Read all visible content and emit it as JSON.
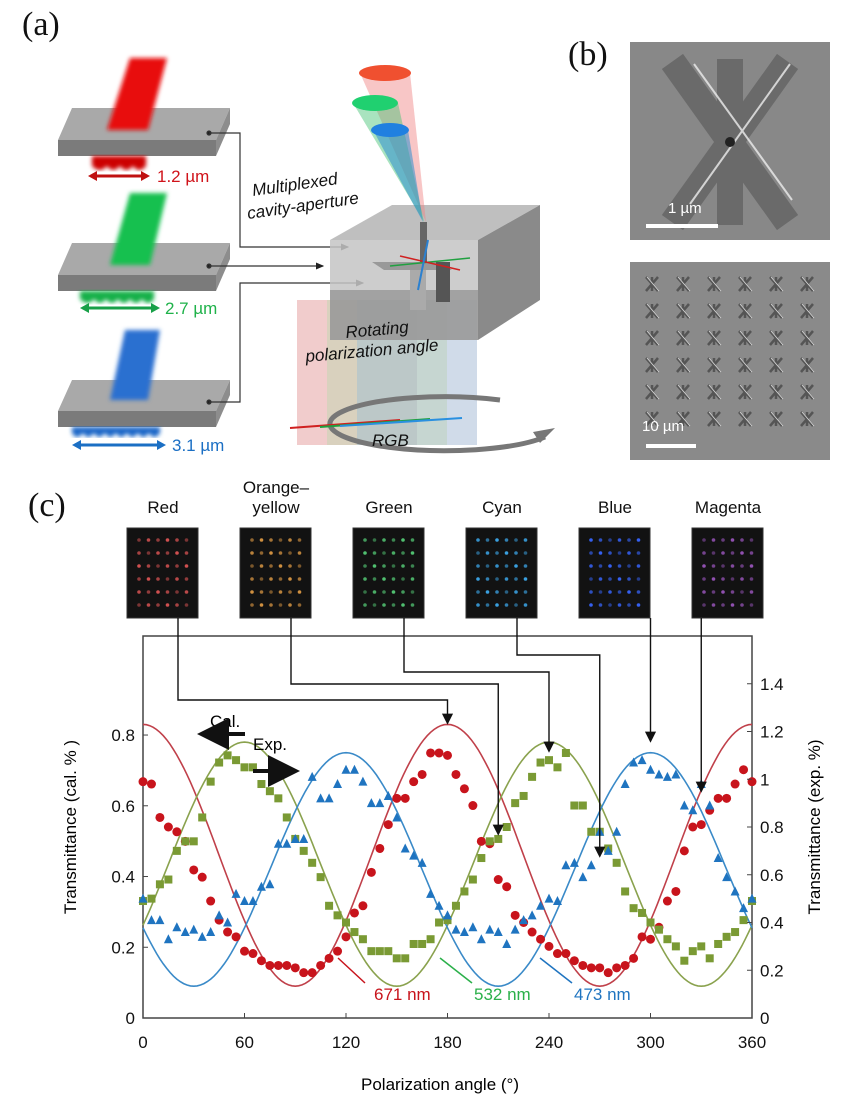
{
  "panel_labels": {
    "a": "(a)",
    "b": "(b)",
    "c": "(c)"
  },
  "panel_a": {
    "periods": [
      {
        "label": "1.2 µm",
        "color": "#d0131a"
      },
      {
        "label": "2.7 µm",
        "color": "#1fb24a"
      },
      {
        "label": "3.1 µm",
        "color": "#1b6fc4"
      }
    ],
    "cavity_label": [
      "Multiplexed",
      "cavity-aperture"
    ],
    "rotation_label": [
      "Rotating",
      "polarization angle"
    ],
    "rgb_label": "RGB"
  },
  "panel_b": {
    "scale_bars": [
      "1 µm",
      "10 µm"
    ]
  },
  "panel_c": {
    "color_swatches": [
      {
        "label": "Red",
        "dot": "#d05050",
        "arrow_to_deg": 180
      },
      {
        "label": "Orange–\nyellow",
        "label_line1": "Orange–",
        "label_line2": "yellow",
        "dot": "#d09040",
        "arrow_to_deg": 210
      },
      {
        "label": "Green",
        "dot": "#50c070",
        "arrow_to_deg": 240
      },
      {
        "label": "Cyan",
        "dot": "#3aa0e0",
        "arrow_to_deg": 270
      },
      {
        "label": "Blue",
        "dot": "#3560f0",
        "arrow_to_deg": 300
      },
      {
        "label": "Magenta",
        "dot": "#9050b0",
        "arrow_to_deg": 330
      }
    ],
    "legend_arrows": {
      "cal": "Cal.",
      "exp": "Exp."
    }
  },
  "chart_data": {
    "type": "line",
    "title": "",
    "xlabel": "Polarization angle (°)",
    "ylabel_left": "Transmittance (cal. % )",
    "ylabel_right": "Transmittance (exp. %)",
    "xlim": [
      0,
      360
    ],
    "ylim_left": [
      0,
      1.08
    ],
    "ylim_right": [
      0,
      1.6
    ],
    "x_ticks": [
      "0",
      "60",
      "120",
      "180",
      "240",
      "300",
      "360"
    ],
    "y_ticks_left": [
      "0",
      "0.2",
      "0.4",
      "0.6",
      "0.8"
    ],
    "y_ticks_right": [
      "0",
      "0.2",
      "0.4",
      "0.6",
      "0.8",
      "1",
      "1.2",
      "1.4"
    ],
    "grid": false,
    "exp_x_step_deg": 5,
    "series": [
      {
        "name": "671 nm",
        "color": "#c8141c",
        "curve_color": "#c0404a",
        "marker": "circle",
        "calculated": {
          "axis": "left",
          "offset": 0.46,
          "amplitude": 0.37,
          "peak_deg": 0,
          "period_deg": 180
        },
        "experimental": [
          0.99,
          0.98,
          0.84,
          0.8,
          0.78,
          0.74,
          0.62,
          0.59,
          0.49,
          0.41,
          0.36,
          0.34,
          0.28,
          0.27,
          0.24,
          0.22,
          0.22,
          0.22,
          0.21,
          0.19,
          0.19,
          0.22,
          0.25,
          0.28,
          0.34,
          0.44,
          0.47,
          0.61,
          0.71,
          0.81,
          0.92,
          0.92,
          0.99,
          1.02,
          1.11,
          1.11,
          1.1,
          1.02,
          0.96,
          0.89,
          0.74,
          0.73,
          0.58,
          0.55,
          0.43,
          0.4,
          0.36,
          0.33,
          0.3,
          0.27,
          0.27,
          0.24,
          0.22,
          0.21,
          0.21,
          0.19,
          0.21,
          0.22,
          0.25,
          0.34,
          0.33,
          0.38,
          0.49,
          0.53,
          0.7,
          0.8,
          0.81,
          0.87,
          0.92,
          0.92,
          0.98,
          1.04,
          0.99
        ]
      },
      {
        "name": "532 nm",
        "color": "#7a9a34",
        "label_color": "#2bb04a",
        "curve_color": "#8aa24e",
        "marker": "square",
        "calculated": {
          "axis": "left",
          "offset": 0.435,
          "amplitude": 0.345,
          "peak_deg": 60,
          "period_deg": 180
        },
        "experimental": [
          0.49,
          0.5,
          0.56,
          0.58,
          0.7,
          0.74,
          0.74,
          0.84,
          0.99,
          1.07,
          1.1,
          1.08,
          1.05,
          1.05,
          0.98,
          0.95,
          0.92,
          0.84,
          0.75,
          0.7,
          0.65,
          0.59,
          0.47,
          0.43,
          0.4,
          0.36,
          0.33,
          0.28,
          0.28,
          0.28,
          0.25,
          0.25,
          0.31,
          0.31,
          0.33,
          0.4,
          0.41,
          0.47,
          0.53,
          0.58,
          0.67,
          0.74,
          0.75,
          0.8,
          0.9,
          0.93,
          1.01,
          1.07,
          1.08,
          1.05,
          1.11,
          0.89,
          0.89,
          0.78,
          0.78,
          0.71,
          0.65,
          0.53,
          0.46,
          0.44,
          0.4,
          0.37,
          0.33,
          0.3,
          0.24,
          0.28,
          0.3,
          0.25,
          0.31,
          0.34,
          0.36,
          0.41,
          0.49
        ]
      },
      {
        "name": "473 nm",
        "color": "#1f74c0",
        "curve_color": "#3a8ac8",
        "marker": "triangle",
        "calculated": {
          "axis": "left",
          "offset": 0.42,
          "amplitude": 0.33,
          "peak_deg": 120,
          "period_deg": 180
        },
        "experimental": [
          0.5,
          0.41,
          0.41,
          0.33,
          0.38,
          0.36,
          0.37,
          0.34,
          0.36,
          0.43,
          0.4,
          0.52,
          0.49,
          0.49,
          0.55,
          0.56,
          0.73,
          0.73,
          0.75,
          0.75,
          1.01,
          0.92,
          0.92,
          0.98,
          1.04,
          1.04,
          0.99,
          0.9,
          0.9,
          0.93,
          0.84,
          0.71,
          0.68,
          0.65,
          0.52,
          0.47,
          0.43,
          0.37,
          0.36,
          0.38,
          0.33,
          0.37,
          0.36,
          0.31,
          0.37,
          0.41,
          0.43,
          0.47,
          0.5,
          0.49,
          0.64,
          0.65,
          0.59,
          0.64,
          0.78,
          0.7,
          0.78,
          0.98,
          1.07,
          1.08,
          1.04,
          1.02,
          1.01,
          1.02,
          0.89,
          0.87,
          0.98,
          0.89,
          0.67,
          0.59,
          0.53,
          0.46,
          0.5
        ]
      }
    ]
  }
}
